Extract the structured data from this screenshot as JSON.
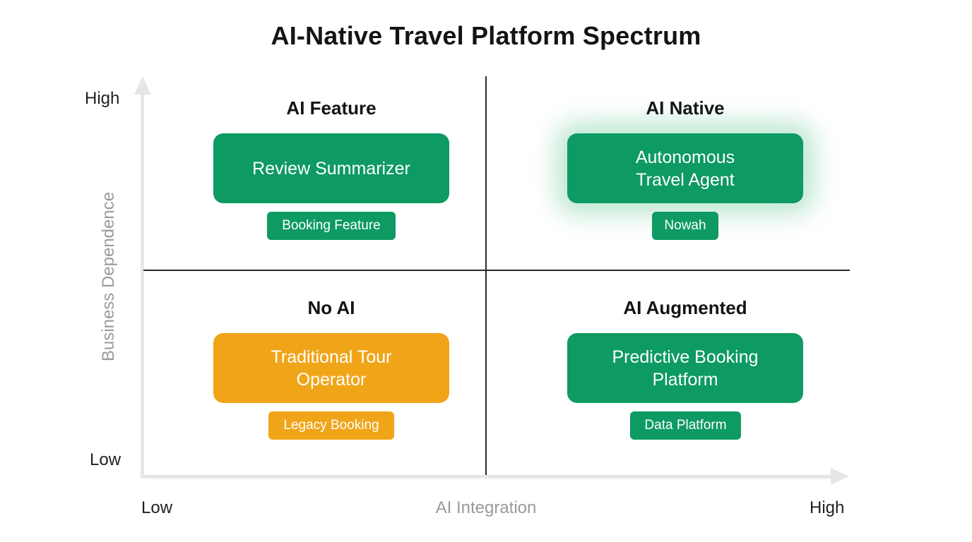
{
  "title": "AI-Native Travel Platform Spectrum",
  "axes": {
    "y": {
      "label": "Business Dependence",
      "high": "High",
      "low": "Low"
    },
    "x": {
      "label": "AI Integration",
      "low": "Low",
      "high": "High"
    }
  },
  "quadrants": {
    "top_left": {
      "title": "AI Feature",
      "card": "Review Summarizer",
      "tag": "Booking Feature"
    },
    "top_right": {
      "title": "AI Native",
      "card": "Autonomous Travel Agent",
      "tag": "Nowah"
    },
    "bottom_left": {
      "title": "No AI",
      "card": "Traditional Tour Operator",
      "tag": "Legacy Booking"
    },
    "bottom_right": {
      "title": "AI Augmented",
      "card": "Predictive Booking Platform",
      "tag": "Data Platform"
    }
  },
  "colors": {
    "green": "#0e9a63",
    "orange": "#f0a519",
    "axis": "#e6e6e6",
    "divider": "#2a2a2a"
  }
}
